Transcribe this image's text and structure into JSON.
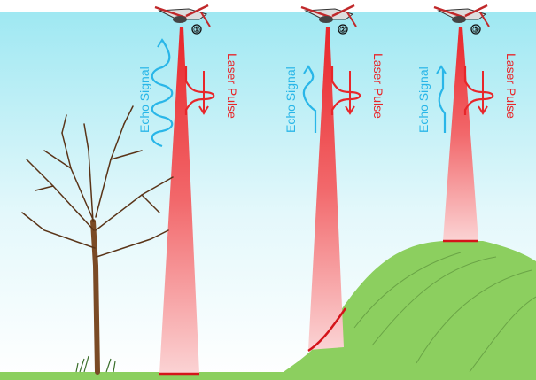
{
  "colors": {
    "sky": "#9fe8f2",
    "ground": "#8ccf5f",
    "laser": "#e8262a",
    "echo": "#29b6e8",
    "trunk": "#7a4a25"
  },
  "stations": [
    {
      "number": "①",
      "echo_label": "Echo Signal",
      "laser_label": "Laser Pulse"
    },
    {
      "number": "②",
      "echo_label": "Echo Signal",
      "laser_label": "Laser Pulse"
    },
    {
      "number": "③",
      "echo_label": "Echo Signal",
      "laser_label": "Laser Pulse"
    }
  ]
}
